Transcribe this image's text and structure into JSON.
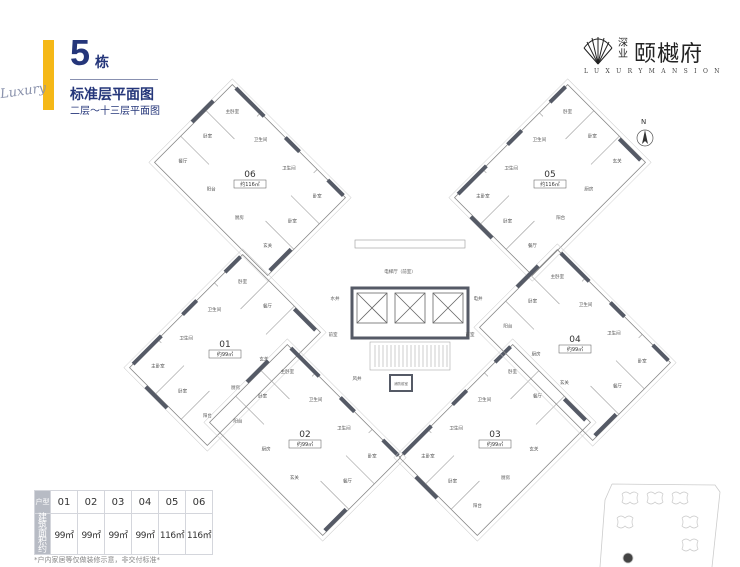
{
  "header": {
    "building_number": "5",
    "building_suffix": "栋",
    "script_word": "Luxury",
    "title": "标准层平面图",
    "subtitle": "二层～十三层平面图"
  },
  "logo": {
    "brand_small": "深业",
    "brand_name": "颐樾府",
    "tagline": "LUXURYMANSION"
  },
  "north_label": "N",
  "core": {
    "hall_label": "电梯厅（前室）",
    "front_room": "前室",
    "water_well": "水井",
    "wind_well": "风井",
    "elec_well": "电井",
    "fire_room": "消防前室"
  },
  "units": [
    {
      "id": "06",
      "area": "约116㎡",
      "rooms": [
        "主卧室",
        "卫生间",
        "卫生间",
        "卧室",
        "卧室",
        "卧室",
        "餐厅",
        "阳台",
        "厨房",
        "玄关"
      ]
    },
    {
      "id": "05",
      "area": "约116㎡",
      "rooms": [
        "主卧室",
        "卫生间",
        "卫生间",
        "卧室",
        "卧室",
        "卧室",
        "餐厅",
        "阳台",
        "厨房",
        "玄关"
      ]
    },
    {
      "id": "01",
      "area": "约99㎡",
      "rooms": [
        "主卧室",
        "卫生间",
        "卫生间",
        "卧室",
        "卧室",
        "餐厅",
        "阳台",
        "厨房",
        "玄关"
      ]
    },
    {
      "id": "02",
      "area": "约99㎡",
      "rooms": [
        "主卧室",
        "卫生间",
        "卫生间",
        "卧室",
        "卧室",
        "餐厅",
        "阳台",
        "厨房",
        "玄关"
      ]
    },
    {
      "id": "03",
      "area": "约99㎡",
      "rooms": [
        "主卧室",
        "卫生间",
        "卫生间",
        "卧室",
        "卧室",
        "餐厅",
        "阳台",
        "厨房",
        "玄关"
      ]
    },
    {
      "id": "04",
      "area": "约99㎡",
      "rooms": [
        "主卧室",
        "卫生间",
        "卫生间",
        "卧室",
        "卧室",
        "餐厅",
        "阳台",
        "厨房",
        "玄关"
      ]
    }
  ],
  "table": {
    "row1_header": "户型",
    "row2_header": "建筑面积约",
    "units": [
      "01",
      "02",
      "03",
      "04",
      "05",
      "06"
    ],
    "areas": [
      "99㎡",
      "99㎡",
      "99㎡",
      "99㎡",
      "116㎡",
      "116㎡"
    ]
  },
  "footnote": "*户内家居等仅做装修示意，非交付标准*",
  "colors": {
    "accent": "#f5b817",
    "brand": "#25367a",
    "wall": "#555a66"
  }
}
